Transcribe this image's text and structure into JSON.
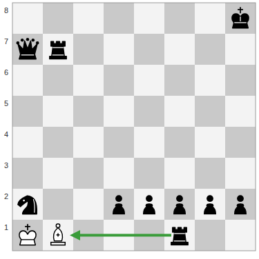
{
  "diagram": {
    "labels": [
      "8",
      "7",
      "6",
      "5",
      "4",
      "3",
      "2",
      "1"
    ]
  }
}
